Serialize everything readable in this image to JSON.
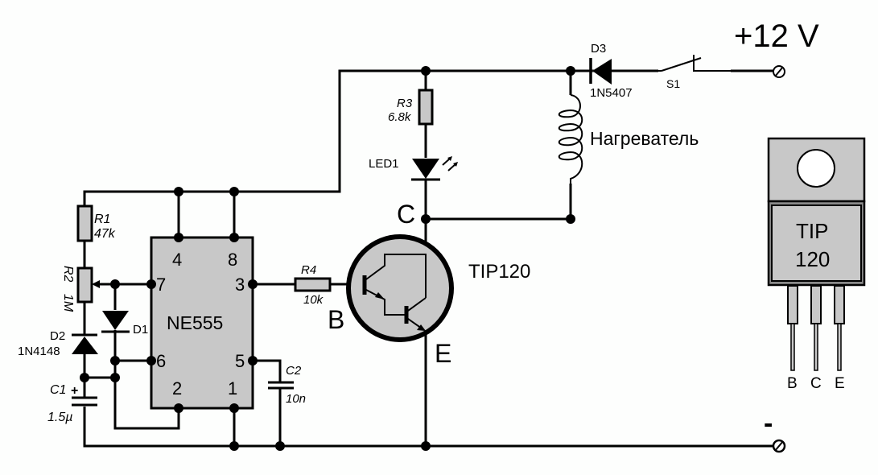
{
  "title": "NE555 + TIP120 heater control circuit",
  "power": {
    "positive_label": "+12 V",
    "negative_label": "-"
  },
  "components": {
    "R1": {
      "ref": "R1",
      "value": "47k"
    },
    "R2": {
      "ref": "R2",
      "value": "1M"
    },
    "R3": {
      "ref": "R3",
      "value": "6.8k"
    },
    "R4": {
      "ref": "R4",
      "value": "10k"
    },
    "C1": {
      "ref": "C1",
      "value": "1.5µ",
      "polarity": "+"
    },
    "C2": {
      "ref": "C2",
      "value": "10n"
    },
    "D1": {
      "ref": "D1"
    },
    "D2": {
      "ref": "D2",
      "value": "1N4148"
    },
    "D3": {
      "ref": "D3",
      "value": "1N5407"
    },
    "LED1": {
      "ref": "LED1"
    },
    "S1": {
      "ref": "S1"
    },
    "heater": {
      "label": "Нагреватель"
    },
    "ic": {
      "name": "NE555",
      "pins": {
        "p4": "4",
        "p8": "8",
        "p7": "7",
        "p3": "3",
        "p6": "6",
        "p5": "5",
        "p2": "2",
        "p1": "1"
      }
    },
    "transistor": {
      "name": "TIP120",
      "B": "B",
      "C": "C",
      "E": "E"
    }
  },
  "package": {
    "line1": "TIP",
    "line2": "120",
    "pins": [
      "B",
      "C",
      "E"
    ]
  },
  "colors": {
    "component_fill": "#c8c8c8",
    "wire": "#000000",
    "background": "#fdfefd"
  }
}
